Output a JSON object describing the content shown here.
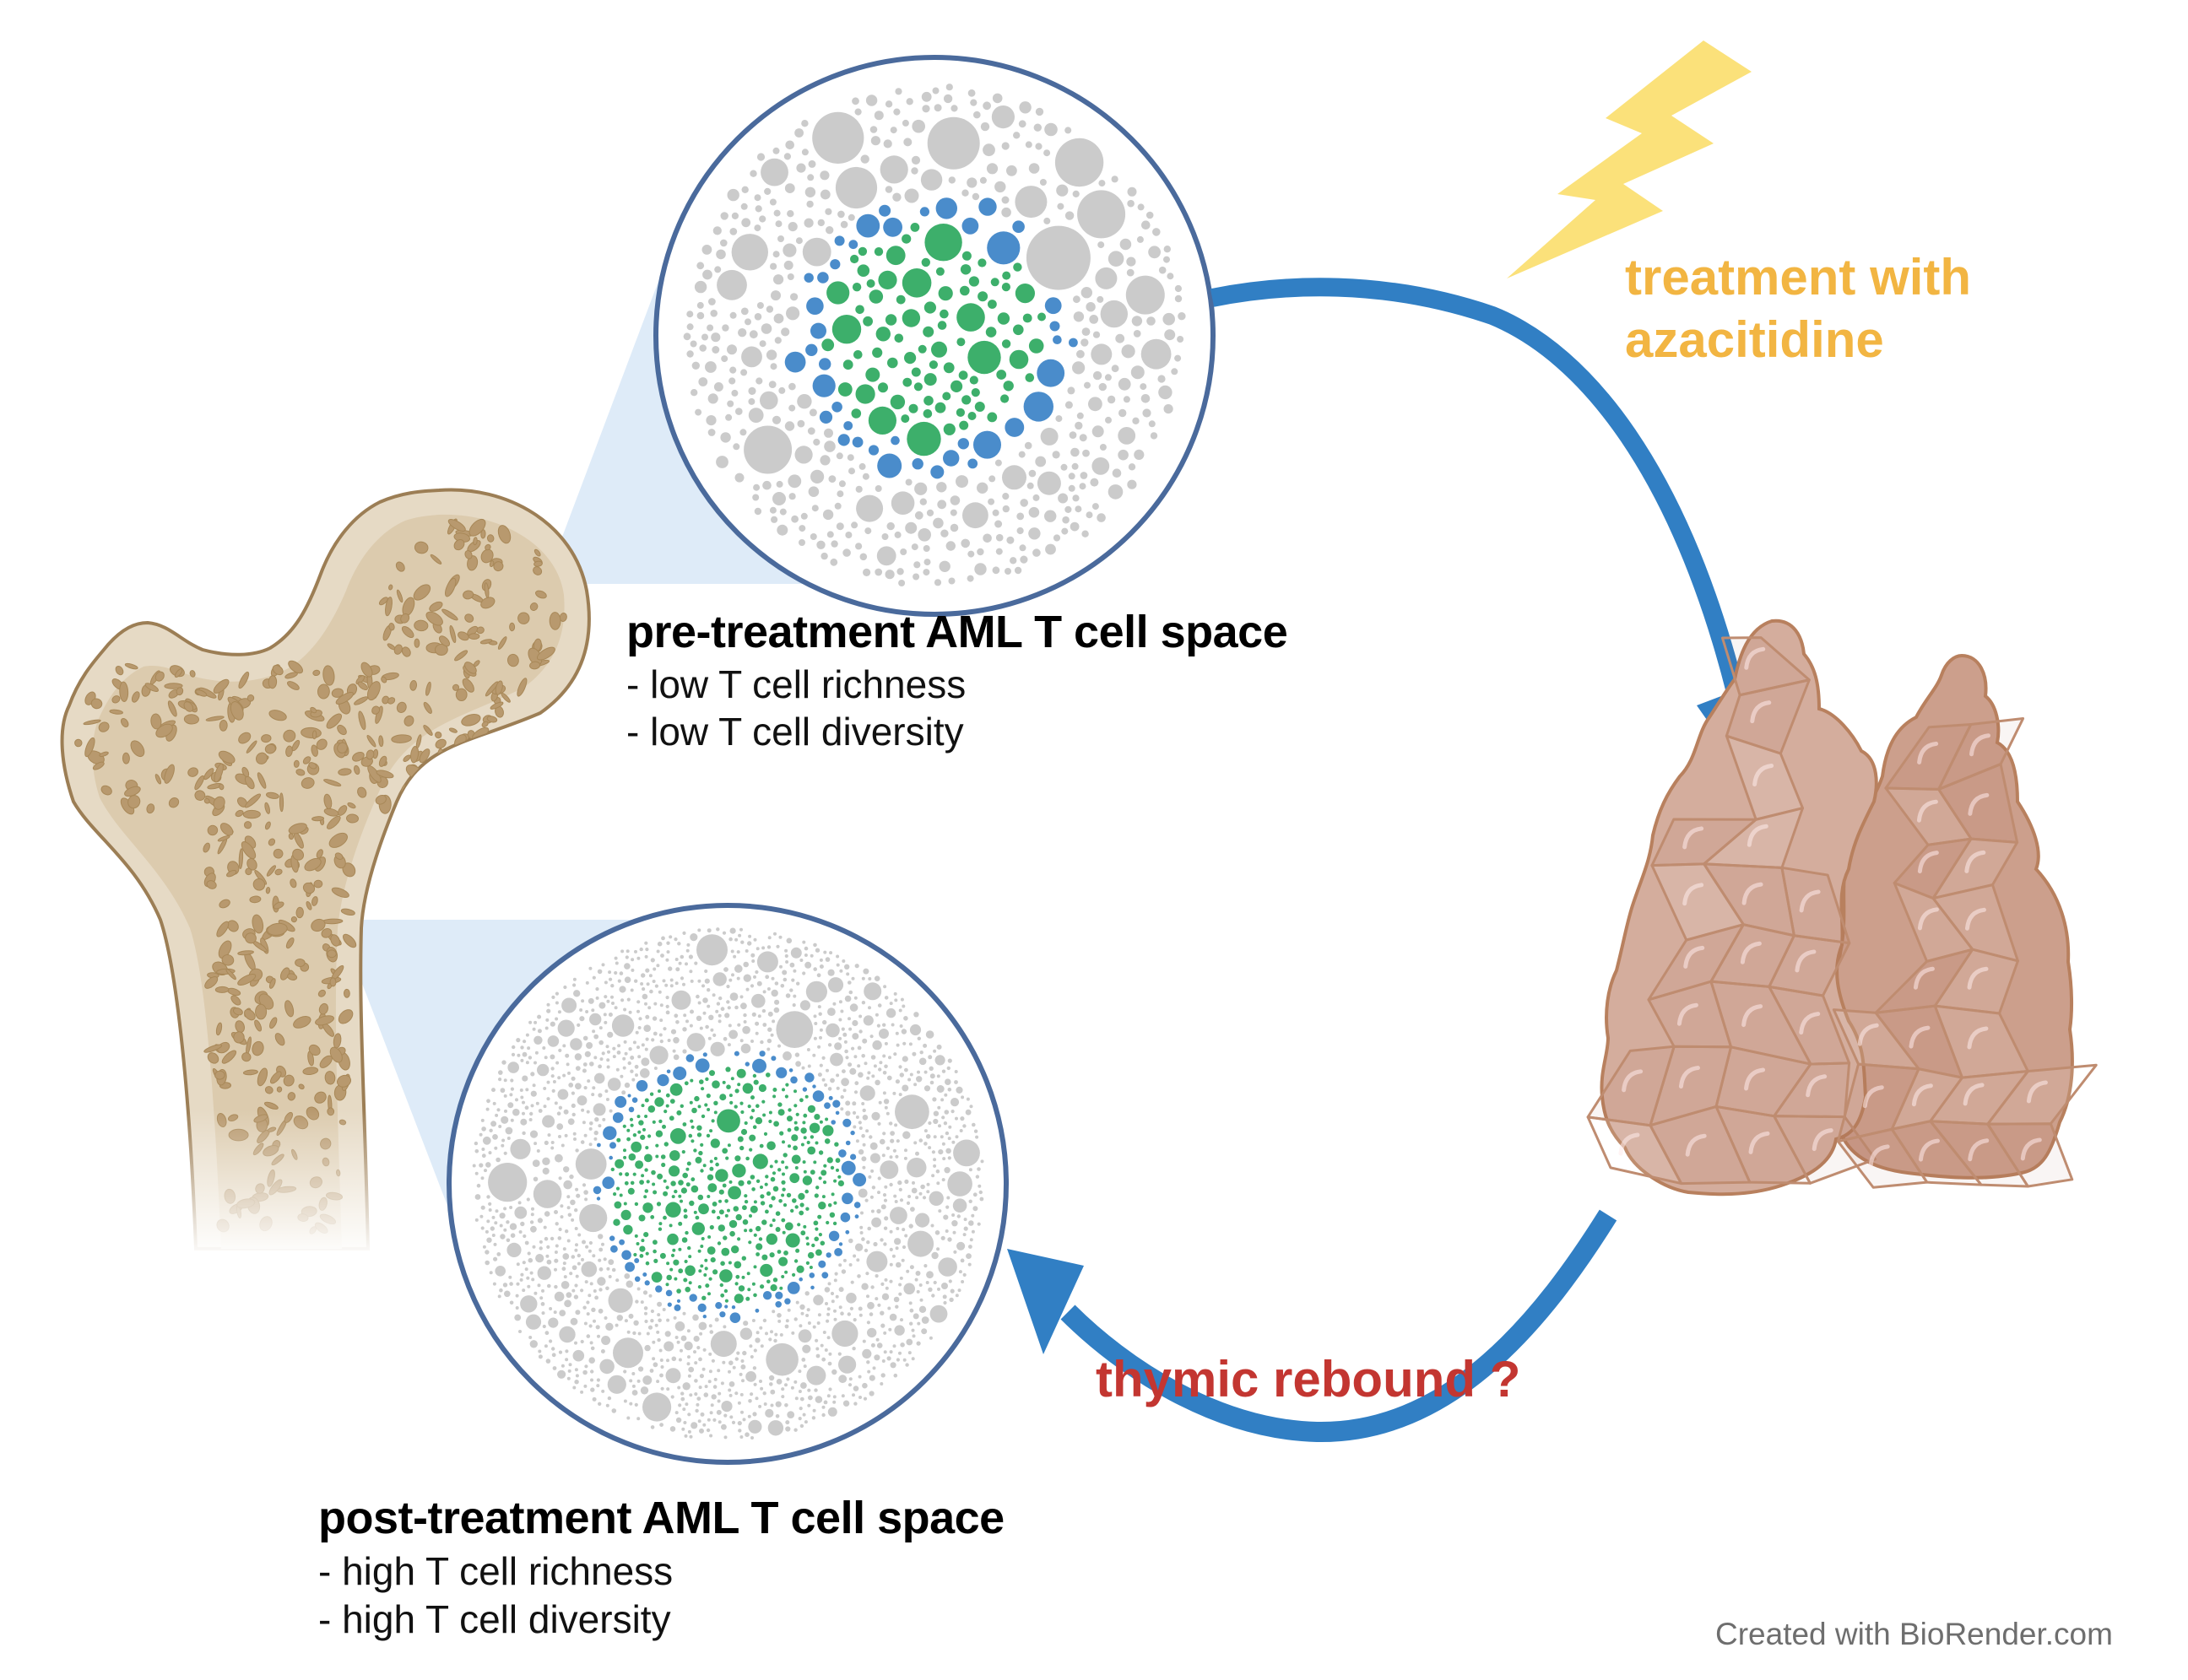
{
  "figure": {
    "title": "AML T cell space before and after azacitidine treatment",
    "credit": "Created with BioRender.com"
  },
  "colors": {
    "arrow": "#317fc4",
    "circle_border": "#4a6a9c",
    "zoom_wedge": "#deebf8",
    "bubble_gray": "#cbcbcb",
    "bubble_blue": "#4a8ccb",
    "bubble_green": "#3daf6b",
    "treatment_text": "#f2b542",
    "lightning": "#fbe17a",
    "rebound_text": "#c33631",
    "bone_outline": "#9c7e55",
    "bone_cortex": "#e6dac5",
    "bone_marrow": "#dccbae",
    "bone_trabeculae": "#b8996e",
    "thymus_fill": "#d2a896",
    "thymus_outline": "#b8805e"
  },
  "pre_treatment": {
    "heading": "pre-treatment AML T cell space",
    "bullets": [
      "- low T cell richness",
      "- low T cell diversity"
    ]
  },
  "post_treatment": {
    "heading": "post-treatment AML T cell space",
    "bullets": [
      "- high T cell richness",
      "- high T cell diversity"
    ]
  },
  "treatment": {
    "line1": "treatment with",
    "line2": "azacitidine",
    "icon": "lightning-bolt-icon"
  },
  "rebound": {
    "label": "thymic rebound ?"
  },
  "organs": {
    "bone": "femur-bone-marrow",
    "thymus": "thymus"
  }
}
